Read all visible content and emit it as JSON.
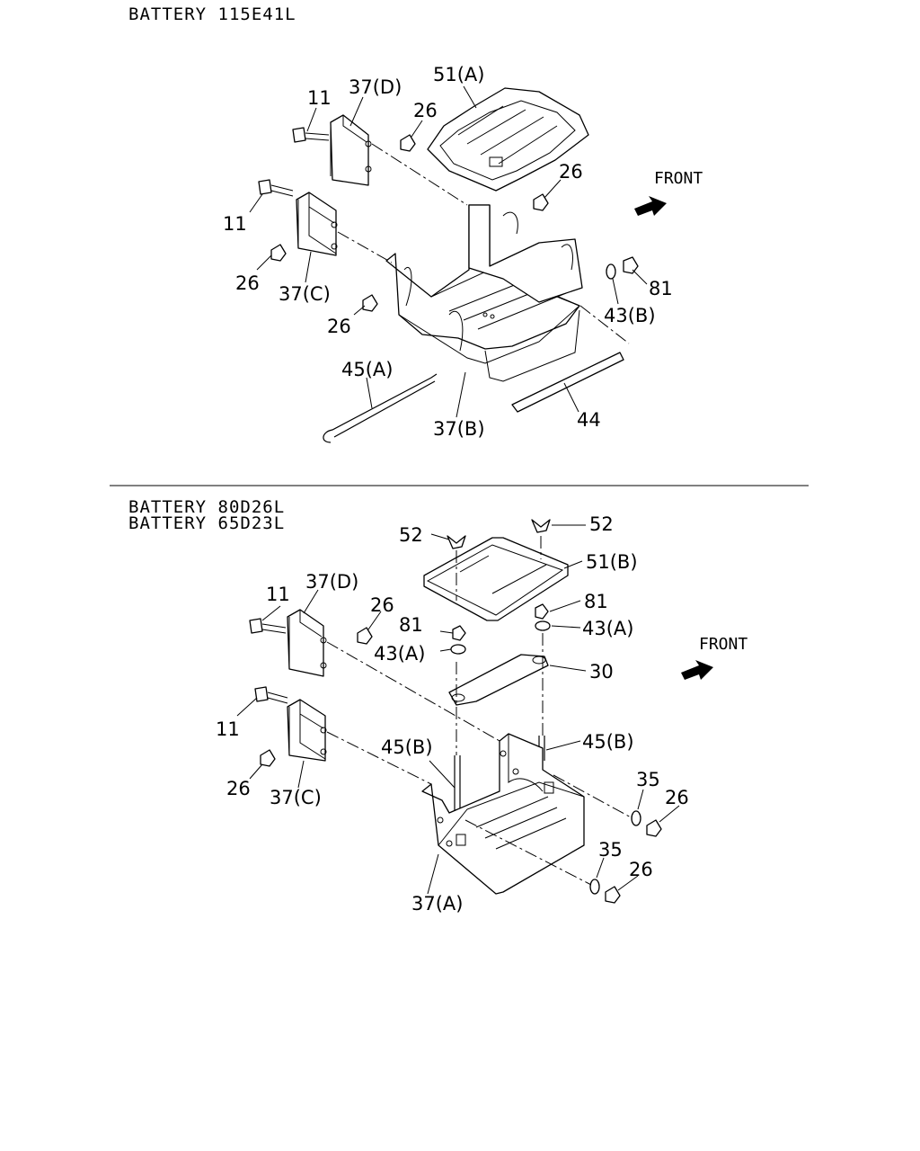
{
  "top_section": {
    "header": "BATTERY 115E41L",
    "front_label": "FRONT",
    "callouts": {
      "c11a": "11",
      "c37d": "37(D)",
      "c51a": "51(A)",
      "c26a": "26",
      "c26b": "26",
      "c11b": "11",
      "c26c": "26",
      "c37c": "37(C)",
      "c26d": "26",
      "c81": "81",
      "c43b": "43(B)",
      "c45a": "45(A)",
      "c37b": "37(B)",
      "c44": "44"
    }
  },
  "bottom_section": {
    "header_line1": "BATTERY 80D26L",
    "header_line2": "BATTERY 65D23L",
    "front_label": "FRONT",
    "callouts": {
      "c52a": "52",
      "c52b": "52",
      "c51b": "51(B)",
      "c37d": "37(D)",
      "c11a": "11",
      "c26a": "26",
      "c81a": "81",
      "c81b": "81",
      "c43aa": "43(A)",
      "c43ab": "43(A)",
      "c30": "30",
      "c11b": "11",
      "c45b1": "45(B)",
      "c45b2": "45(B)",
      "c26b": "26",
      "c37c": "37(C)",
      "c35a": "35",
      "c26c": "26",
      "c35b": "35",
      "c26d": "26",
      "c37a": "37(A)"
    }
  }
}
